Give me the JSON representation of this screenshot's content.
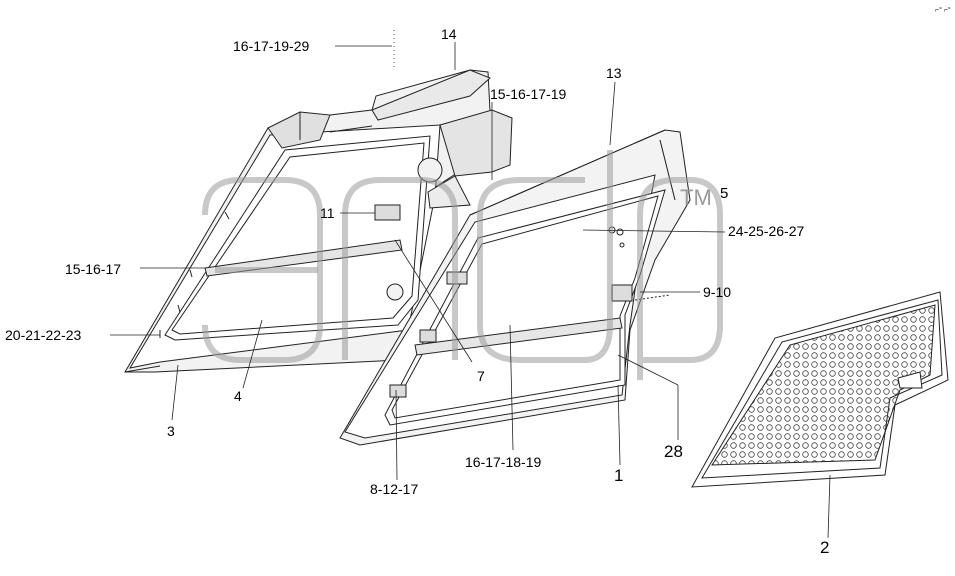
{
  "watermark": {
    "tm": "TM",
    "color": "#9a9a9a"
  },
  "corner_mark": "⌐° ⌐°",
  "callouts": [
    {
      "id": "c-16-17-19-29",
      "text": "16-17-19-29"
    },
    {
      "id": "c-14",
      "text": "14"
    },
    {
      "id": "c-15-16-17-19",
      "text": "15-16-17-19"
    },
    {
      "id": "c-13",
      "text": "13"
    },
    {
      "id": "c-5",
      "text": "5"
    },
    {
      "id": "c-11",
      "text": "11"
    },
    {
      "id": "c-24-25-26-27",
      "text": "24-25-26-27"
    },
    {
      "id": "c-15-16-17",
      "text": "15-16-17"
    },
    {
      "id": "c-9-10",
      "text": "9-10"
    },
    {
      "id": "c-20-21-22-23",
      "text": "20-21-22-23"
    },
    {
      "id": "c-7",
      "text": "7"
    },
    {
      "id": "c-4",
      "text": "4"
    },
    {
      "id": "c-3",
      "text": "3"
    },
    {
      "id": "c-28",
      "text": "28"
    },
    {
      "id": "c-16-17-18-19",
      "text": "16-17-18-19"
    },
    {
      "id": "c-1",
      "text": "1"
    },
    {
      "id": "c-8-12-17",
      "text": "8-12-17"
    },
    {
      "id": "c-2",
      "text": "2"
    }
  ]
}
